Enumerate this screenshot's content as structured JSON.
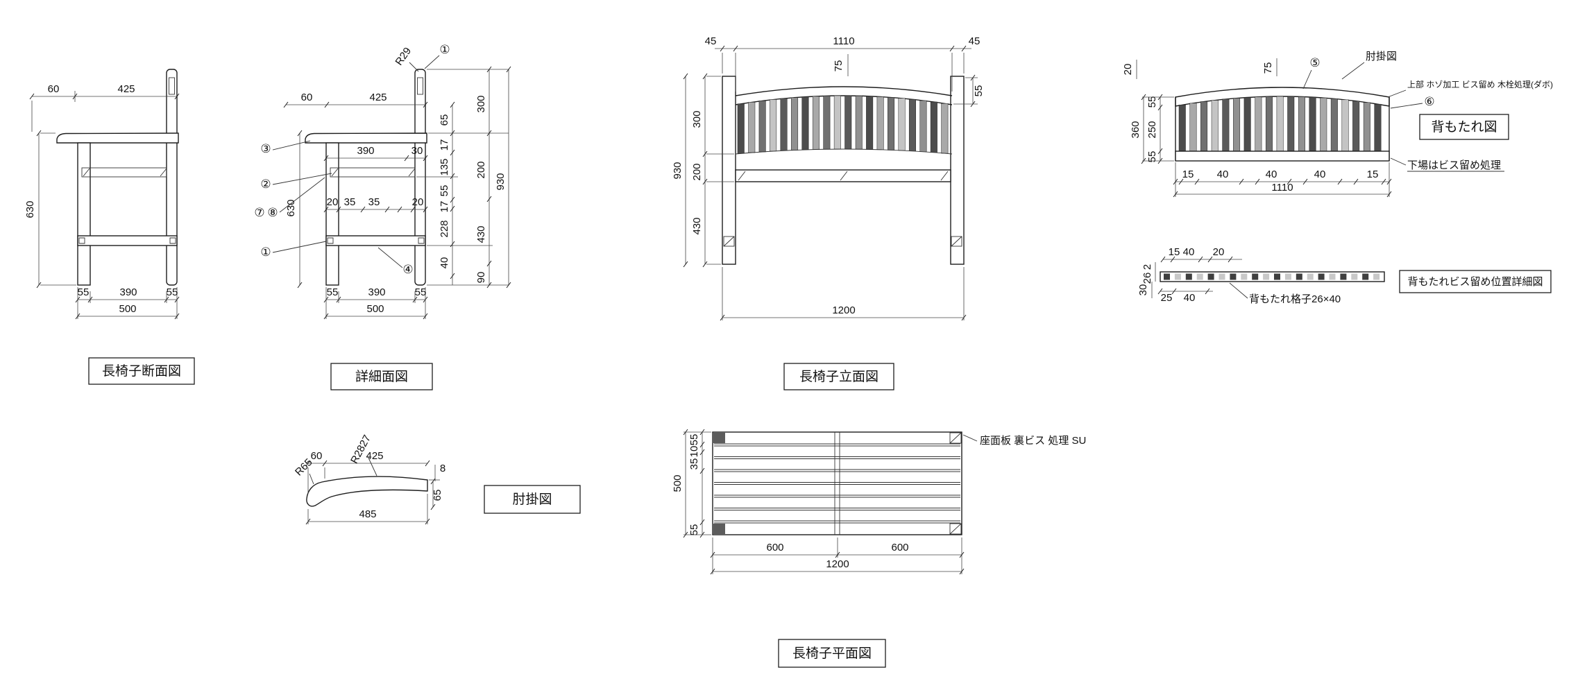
{
  "section": {
    "title": "長椅子断面図",
    "d60": "60",
    "d425": "425",
    "d630": "630",
    "d55l": "55",
    "d390": "390",
    "d55r": "55",
    "d500": "500"
  },
  "detail": {
    "title": "詳細面図",
    "r29": "R29",
    "c1top": "①",
    "c3": "③",
    "c2": "②",
    "c7": "⑦",
    "c8": "⑧",
    "c1bot": "①",
    "c4": "④",
    "d60": "60",
    "d425": "425",
    "d390mid": "390",
    "d30": "30",
    "d630": "630",
    "d20a": "20",
    "d35a": "35",
    "d35b": "35",
    "d20b": "20",
    "d55l": "55",
    "d390": "390",
    "d55r": "55",
    "d500": "500",
    "r65v": "65",
    "r17a": "17",
    "r135": "135",
    "r55": "55",
    "r17b": "17",
    "r228": "228",
    "r40": "40",
    "r300": "300",
    "r200": "200",
    "r430": "430",
    "r90": "90",
    "r930": "930"
  },
  "elevation": {
    "title": "長椅子立面図",
    "d45l": "45",
    "d1110": "1110",
    "d45r": "45",
    "d75": "75",
    "d55": "55",
    "d300": "300",
    "d200": "200",
    "d430": "430",
    "d930": "930",
    "d1200": "1200"
  },
  "backrest": {
    "title": "背もたれ図",
    "armrest_ref": "肘掛図",
    "note_top": "上部 ホゾ加工 ビス留め 木栓処理(ダボ)",
    "note_bottom": "下場はビス留め処理",
    "c5": "⑤",
    "c6": "⑥",
    "d20": "20",
    "d75": "75",
    "d55t": "55",
    "d250": "250",
    "d55b": "55",
    "d360": "360",
    "d15l": "15",
    "d40a": "40",
    "d40b": "40",
    "d40c": "40",
    "d15r": "15",
    "d1110": "1110"
  },
  "screw": {
    "title": "背もたれビス留め位置詳細図",
    "note": "背もたれ格子26×40",
    "d15": "15",
    "d40t": "40",
    "d20": "20",
    "d2": "2",
    "d26": "26",
    "d30": "30",
    "d25": "25",
    "d40b": "40"
  },
  "armrest": {
    "title": "肘掛図",
    "d60": "60",
    "d425": "425",
    "r2827": "R2827",
    "r65": "R65",
    "d8": "8",
    "d65": "65",
    "d485": "485"
  },
  "plan": {
    "title": "長椅子平面図",
    "note": "座面板 裏ビス 処理 SU",
    "d55t": "55",
    "d10": "10",
    "d35": "35",
    "d500": "500",
    "d55b": "55",
    "d600l": "600",
    "d600r": "600",
    "d1200": "1200"
  }
}
